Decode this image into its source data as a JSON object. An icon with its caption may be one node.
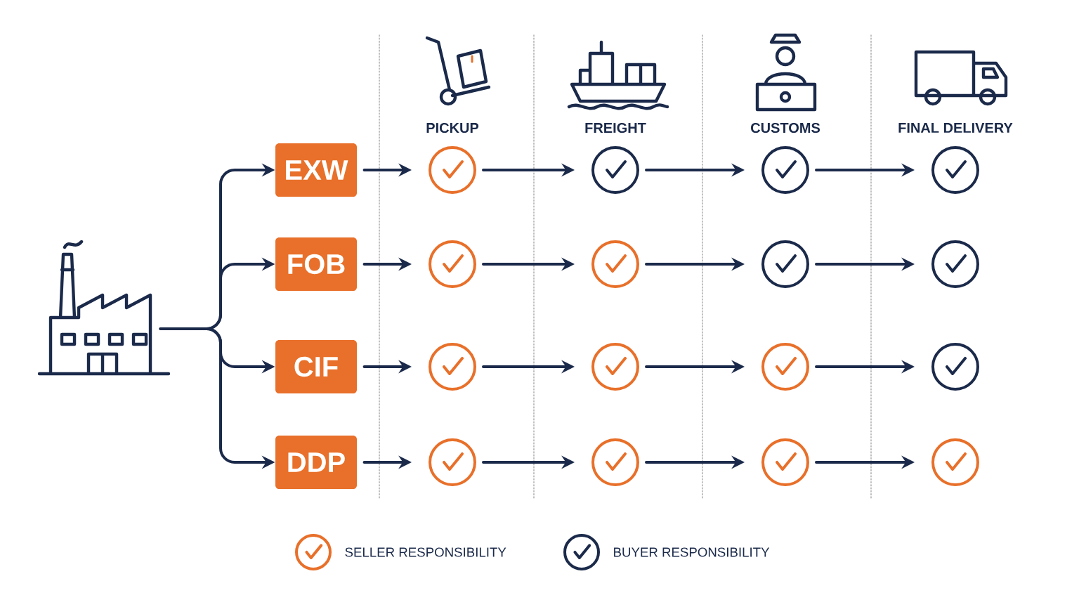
{
  "diagram": {
    "nodes": [
      {
        "text": [],
        "shape": "picture"
      },
      {
        "text": [
          "EXW"
        ]
      },
      {
        "text": [
          "FOB"
        ]
      },
      {
        "text": [
          "CIF"
        ]
      },
      {
        "text": [
          "DDP"
        ]
      },
      {
        "text": [],
        "shape": "circle"
      },
      {
        "text": [],
        "shape": "circle"
      },
      {
        "text": [],
        "shape": "circle"
      },
      {
        "text": [],
        "shape": "circle"
      },
      {
        "text": [],
        "shape": "circle"
      },
      {
        "text": [],
        "shape": "circle"
      },
      {
        "text": [],
        "shape": "circle"
      },
      {
        "text": [],
        "shape": "circle"
      },
      {
        "text": [],
        "shape": "circle"
      },
      {
        "text": [],
        "shape": "circle"
      },
      {
        "text": [],
        "shape": "circle"
      },
      {
        "text": [],
        "shape": "circle"
      },
      {
        "text": [],
        "shape": "circle"
      },
      {
        "text": [],
        "shape": "circle"
      },
      {
        "text": [],
        "shape": "circle"
      },
      {
        "text": [],
        "shape": "circle"
      }
    ],
    "edges": [
      {
        "from": 0,
        "to": 1,
        "arrow": "to"
      },
      {
        "from": 0,
        "to": 2,
        "arrow": "to"
      },
      {
        "from": 0,
        "to": 3,
        "arrow": "to"
      },
      {
        "from": 0,
        "to": 4,
        "arrow": "to"
      },
      {
        "from": 1,
        "to": 5,
        "arrow": "to"
      },
      {
        "from": 5,
        "to": 6,
        "arrow": "to"
      },
      {
        "from": 6,
        "to": 7,
        "arrow": "to"
      },
      {
        "from": 7,
        "to": 8,
        "arrow": "to"
      },
      {
        "from": 2,
        "to": 9,
        "arrow": "to"
      },
      {
        "from": 9,
        "to": 10,
        "arrow": "to"
      },
      {
        "from": 10,
        "to": 11,
        "arrow": "to"
      },
      {
        "from": 11,
        "to": 12,
        "arrow": "to"
      },
      {
        "from": 3,
        "to": 13,
        "arrow": "to"
      },
      {
        "from": 13,
        "to": 14,
        "arrow": "to"
      },
      {
        "from": 14,
        "to": 15,
        "arrow": "to"
      },
      {
        "from": 15,
        "to": 16,
        "arrow": "to"
      },
      {
        "from": 4,
        "to": 17,
        "arrow": "to"
      },
      {
        "from": 17,
        "to": 18,
        "arrow": "to"
      },
      {
        "from": 18,
        "to": 19,
        "arrow": "to"
      },
      {
        "from": 19,
        "to": 20,
        "arrow": "to"
      }
    ],
    "labels": [
      "PICKUP",
      "FREIGHT",
      "CUSTOMS",
      "FINAL DELIVERY"
    ],
    "legend": [
      {
        "text": "SELLER RESPONSIBILITY",
        "color": "#e8702a"
      },
      {
        "text": "BUYER RESPONSIBILITY",
        "color": "#1b2a4a"
      }
    ]
  }
}
